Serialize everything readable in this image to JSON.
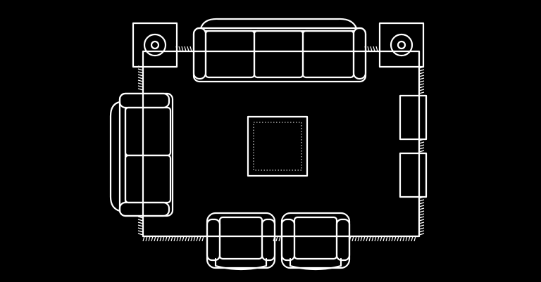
{
  "diagram": {
    "background": "#000000",
    "stroke": "#ffffff",
    "elements": [
      "area-rug",
      "three-seat-sofa",
      "loveseat",
      "armchair-left",
      "armchair-right",
      "end-table-left",
      "end-table-right",
      "side-cabinet-upper",
      "side-cabinet-lower",
      "coffee-table"
    ]
  }
}
